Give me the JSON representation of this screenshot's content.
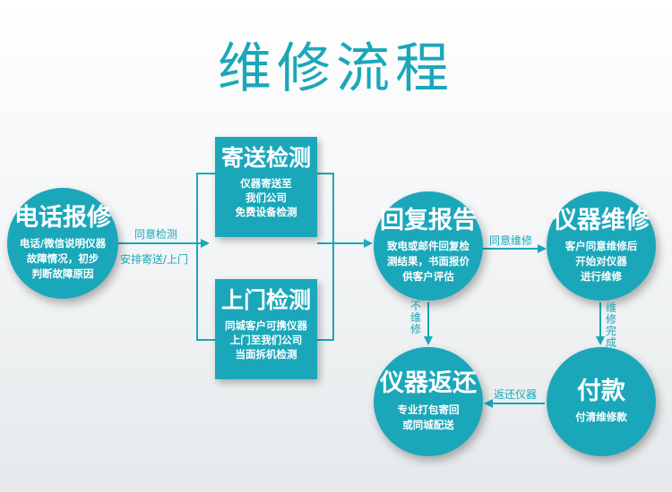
{
  "title": "维修流程",
  "nodes": {
    "report": {
      "title": "电话报修",
      "desc": "电话/微信说明仪器\n故障情况，初步\n判断故障原因"
    },
    "mail_check": {
      "title": "寄送检测",
      "desc": "仪器寄送至\n我们公司\n免费设备检测"
    },
    "onsite_check": {
      "title": "上门检测",
      "desc": "同城客户可携仪器\n上门至我们公司\n当面拆机检测"
    },
    "reply": {
      "title": "回复报告",
      "desc": "致电或邮件回复检\n测结果，书面报价\n供客户评估"
    },
    "repair": {
      "title": "仪器维修",
      "desc": "客户同意维修后\n开始对仪器\n进行维修"
    },
    "pay": {
      "title": "付款",
      "desc": "付清维修款"
    },
    "return": {
      "title": "仪器返还",
      "desc": "专业打包寄回\n或同城配送"
    }
  },
  "labels": {
    "agree_check": "同意检测",
    "mail_or_onsite": "安排寄送/上门",
    "agree_repair": "同意维修",
    "no_repair": "不维修",
    "repair_done": "维修完成",
    "return_device": "返还仪器"
  },
  "colors": {
    "accent": "#1ba7ba"
  }
}
